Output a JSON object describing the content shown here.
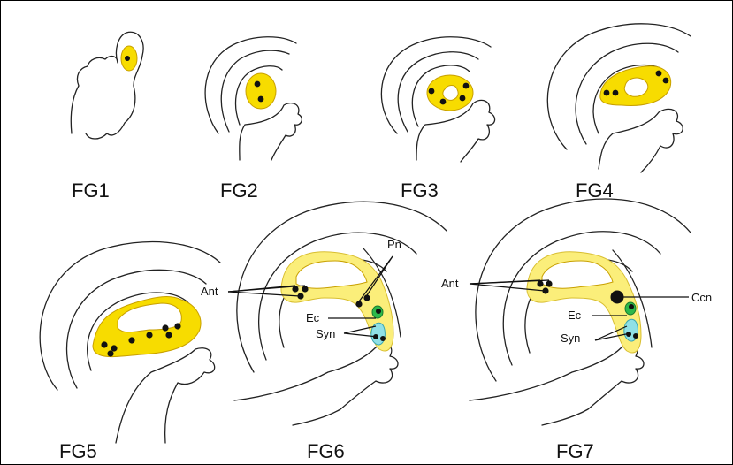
{
  "figure": {
    "panels": [
      {
        "label": "FG1"
      },
      {
        "label": "FG2"
      },
      {
        "label": "FG3"
      },
      {
        "label": "FG4"
      },
      {
        "label": "FG5"
      },
      {
        "label": "FG6"
      },
      {
        "label": "FG7"
      }
    ],
    "annotations": {
      "fg6": {
        "ant": "Ant",
        "pn": "Pn",
        "ec": "Ec",
        "syn": "Syn"
      },
      "fg7": {
        "ant": "Ant",
        "ccn": "Ccn",
        "ec": "Ec",
        "syn": "Syn"
      }
    },
    "colors": {
      "embryo_sac": "#f7dc00",
      "embryo_sac_light": "#fbee7a",
      "egg_cell": "#2db84a",
      "synergids": "#8fe0e6",
      "nuclei": "#111111"
    }
  }
}
